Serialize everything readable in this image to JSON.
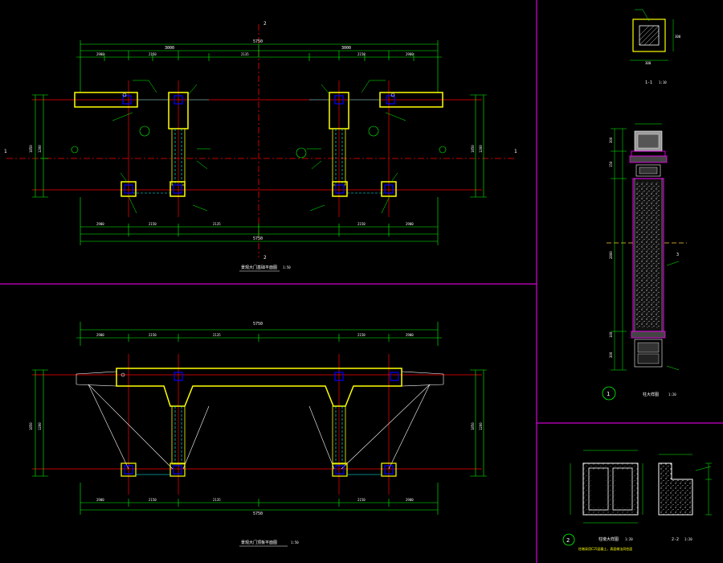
{
  "colors": {
    "background": "#000000",
    "frame": "#ff00ff",
    "dimension": "#00ff00",
    "axis": "#ff0000",
    "outline": "#ffff00",
    "column": "#0000ff",
    "rebar": "#00ffff",
    "text": "#ffffff",
    "fill_dots": "#ff00ff",
    "centerline": "#ffcc33"
  },
  "plan_top": {
    "axis_mark_top": "2",
    "axis_mark_bottom": "2",
    "axis_mark_left": "1",
    "axis_mark_right": "1",
    "overall_dim": "5750",
    "half_dims": [
      "3000",
      "3000"
    ],
    "segment_dims": [
      "2900",
      "2150",
      "2135",
      "2150",
      "2900"
    ],
    "bottom_dims": [
      "2900",
      "2150",
      "2135",
      "2150",
      "2900"
    ],
    "bottom_overall": "5750",
    "left_vertical_dims": [
      "1850",
      "1200"
    ],
    "right_vertical_dims": [
      "1850",
      "1200"
    ],
    "title": "景观大门基础平面图",
    "scale": "1:50"
  },
  "plan_bottom": {
    "overall_dim": "5750",
    "segment_dims": [
      "2900",
      "2150",
      "2135",
      "2150",
      "2900"
    ],
    "bottom_dims": [
      "2900",
      "2150",
      "2135",
      "2150",
      "2900"
    ],
    "bottom_overall": "5750",
    "left_vertical_dims": [
      "1850",
      "1200"
    ],
    "right_vertical_dims": [
      "1850",
      "1200"
    ],
    "title": "景观大门顶板平面图",
    "scale": "1:50"
  },
  "section_small": {
    "label": "1-1",
    "scale": "1:10",
    "dim_side": "300",
    "dim_bottom": "300"
  },
  "column_elevation": {
    "detail_number": "1",
    "title": "柱大样图",
    "scale": "1:20",
    "axis_mark": "3",
    "dims_left": [
      "300",
      "150",
      "2800",
      "100",
      "300"
    ]
  },
  "pedestal_detail": {
    "detail_number": "2",
    "title": "柱墩大样图",
    "scale": "1:20",
    "note": "柱墩采用C25混凝土，表面做法同柱面",
    "section_label": "2-2",
    "section_scale": "1:20"
  }
}
